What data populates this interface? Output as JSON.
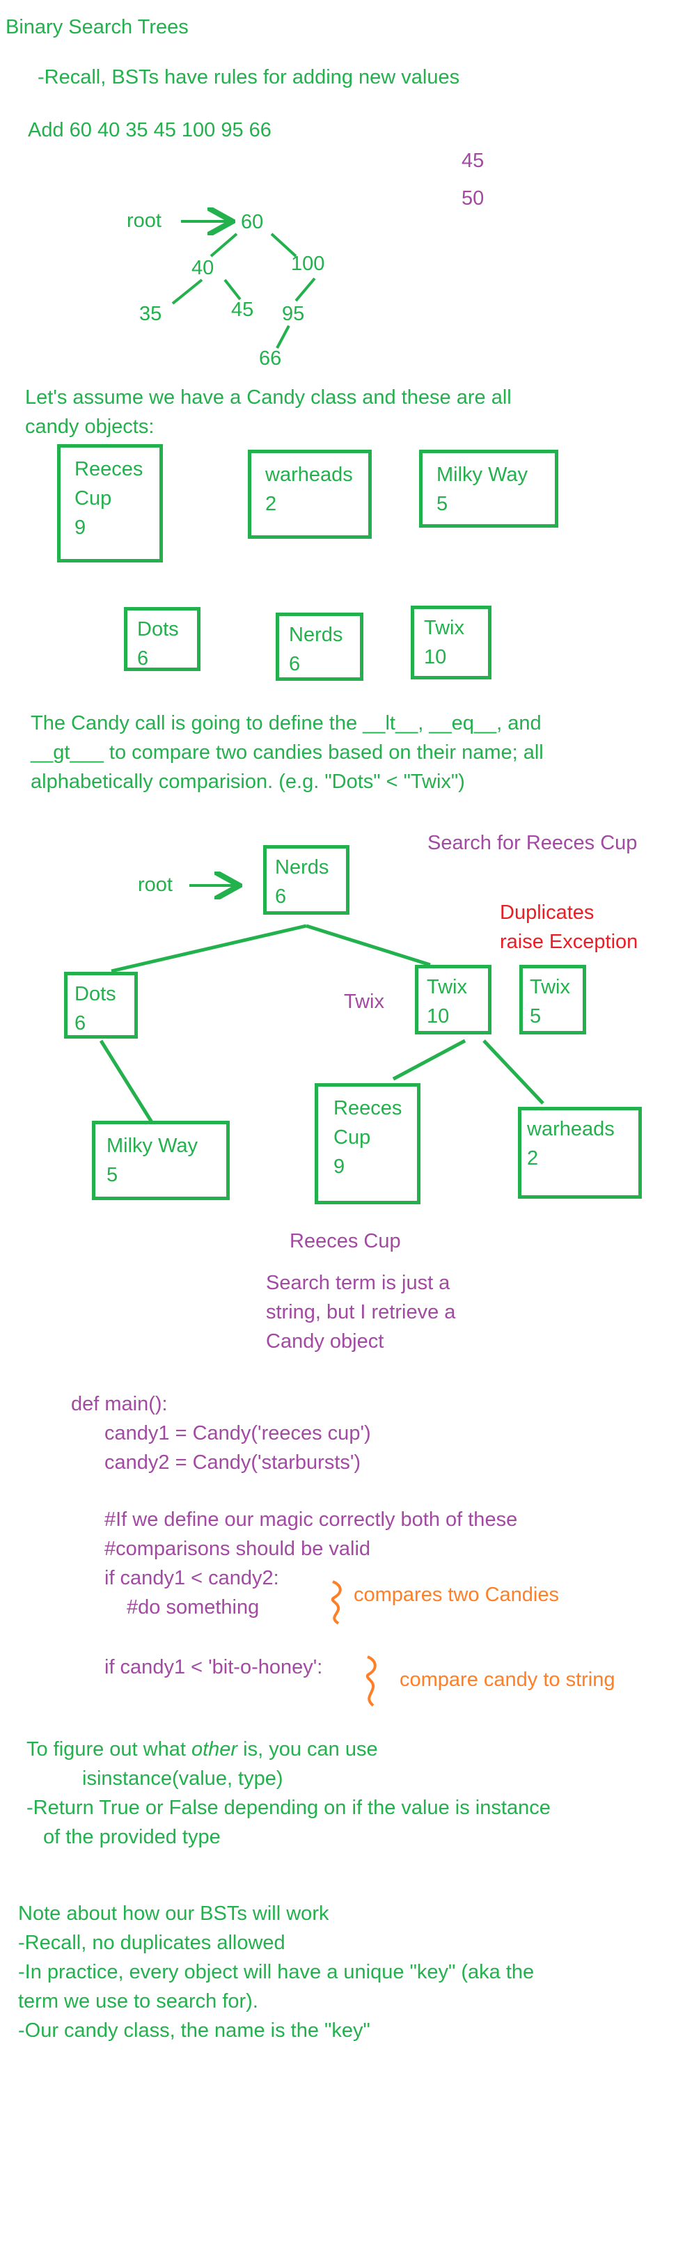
{
  "page": {
    "title": "Binary Search Trees",
    "recall_line": "-Recall, BSTs have rules for adding new values",
    "add_line": "Add 60 40 35 45 100 95 66",
    "side_45": "45",
    "side_50": "50"
  },
  "tree1": {
    "root_label": "root",
    "nodes": [
      "60",
      "40",
      "100",
      "35",
      "45",
      "95",
      "66"
    ]
  },
  "candy_intro": {
    "line1": "Let's assume we have a Candy class and these are all",
    "line2": "candy objects:"
  },
  "candies": [
    {
      "text": "Reeces\nCup\n9"
    },
    {
      "text": "warheads\n2"
    },
    {
      "text": "Milky Way\n5"
    },
    {
      "text": "Dots\n6"
    },
    {
      "text": "Nerds\n6"
    },
    {
      "text": "Twix\n10"
    }
  ],
  "candy_compare": {
    "line1": "The Candy call is going to define the __lt__, __eq__, and",
    "line2": "__gt___ to compare two candies based on their name; all",
    "line3": "alphabetically comparision. (e.g. \"Dots\" < \"Twix\")"
  },
  "tree2": {
    "search_label": "Search for  Reeces  Cup",
    "root_label": "root",
    "duplicates_line1": "Duplicates",
    "duplicates_line2": "raise Exception",
    "twix_note": "Twix",
    "nodes": {
      "nerds": "Nerds\n6",
      "dots": "Dots\n6",
      "twix": "Twix\n10",
      "twix_dup": "Twix\n5",
      "milky_way": "Milky Way\n5",
      "reeces": "Reeces\nCup\n9",
      "warheads": "warheads\n2"
    },
    "reeces_cup_note": "Reeces  Cup",
    "search_note_1": "Search term is just a",
    "search_note_2": "string, but I retrieve a",
    "search_note_3": "Candy object"
  },
  "code": {
    "lines": [
      "def main():",
      "candy1 = Candy('reeces cup')",
      "candy2 = Candy('starbursts')",
      "#If we define our magic correctly both of these",
      "#comparisons should be valid",
      "if candy1 < candy2:",
      "#do something",
      "if candy1 < 'bit-o-honey':"
    ],
    "note1": "compares two Candies",
    "note2": "compare candy to string"
  },
  "isinstance": {
    "line1_pre": "To figure out what ",
    "line1_em": "other",
    "line1_post": " is, you can use",
    "line2": "isinstance(value, type)",
    "line3": "-Return True or False depending on if the value is instance",
    "line4": "of the provided type"
  },
  "notes": {
    "line1": "Note about how our BSTs will work",
    "line2": "-Recall, no duplicates allowed",
    "line3": "-In practice, every object will have a unique \"key\" (aka the",
    "line4": "term we use to search for).",
    "line5": "-Our candy class, the name is the \"key\""
  },
  "colors": {
    "green": "#22b14c",
    "purple": "#a349a4",
    "red": "#ed1c24",
    "orange": "#ff7f27"
  }
}
